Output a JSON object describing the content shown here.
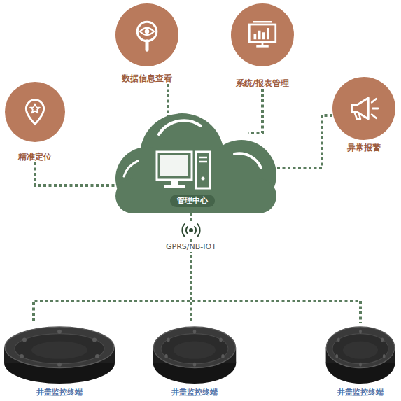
{
  "diagram": {
    "nodes": [
      {
        "text": [
          "精准定位"
        ]
      },
      {
        "text": [
          "数据信息查看"
        ]
      },
      {
        "text": [
          "系统/报表管理"
        ]
      },
      {
        "text": [
          "异常报警"
        ]
      },
      {
        "text": [
          "管理中心"
        ]
      },
      {
        "text": [
          "井盖监控终端"
        ]
      },
      {
        "text": [
          "井盖监控终端"
        ]
      },
      {
        "text": [
          "井盖监控终端"
        ]
      }
    ],
    "edges": [
      {
        "from": 0,
        "to": 4,
        "arrow": "none"
      },
      {
        "from": 1,
        "to": 4,
        "arrow": "none"
      },
      {
        "from": 2,
        "to": 4,
        "arrow": "none"
      },
      {
        "from": 3,
        "to": 4,
        "arrow": "none"
      },
      {
        "from": 4,
        "to": 5,
        "arrow": "none"
      },
      {
        "from": 4,
        "to": 6,
        "arrow": "none"
      },
      {
        "from": 4,
        "to": 7,
        "arrow": "none"
      }
    ],
    "labels": [
      "GPRS/NB-IOT"
    ]
  }
}
